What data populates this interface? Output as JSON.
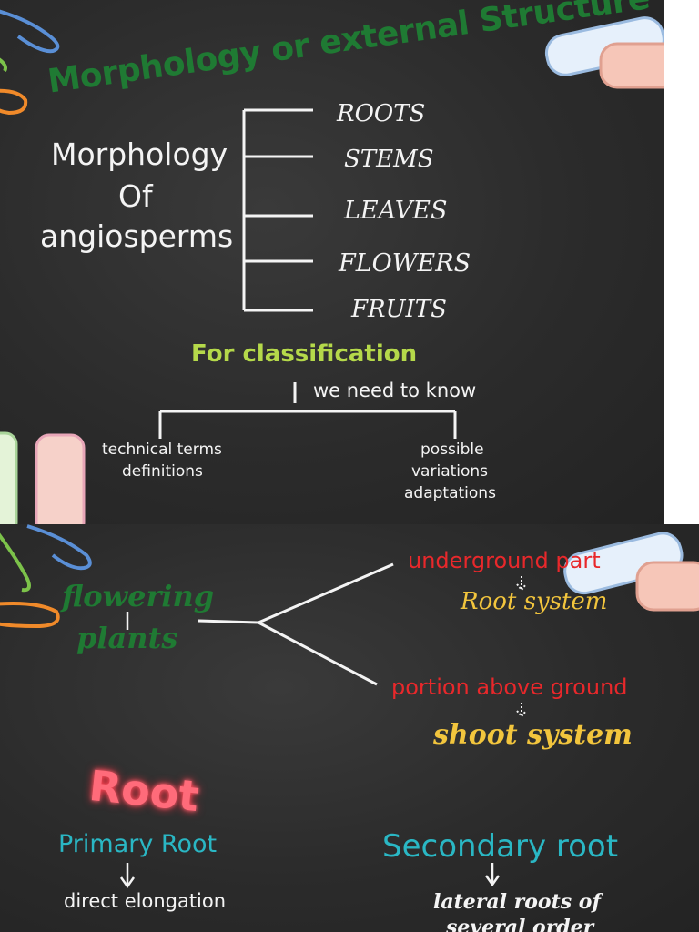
{
  "slide1": {
    "title": "Morphology or external Structure",
    "subject_lines": [
      "Morphology",
      "Of",
      "angiosperms"
    ],
    "parts": [
      "ROOTS",
      "STEMS",
      "LEAVES",
      "FLOWERS",
      "FRUITS"
    ],
    "classification_heading": "For classification",
    "need_to_know": "we need to know",
    "left_branch": [
      "technical terms",
      "definitions"
    ],
    "right_branch": [
      "possible",
      "variations",
      "adaptations"
    ]
  },
  "slide2": {
    "plants_lines": [
      "flowering",
      "plants"
    ],
    "underground": "underground part",
    "root_system": "Root system",
    "above_ground": "portion above ground",
    "shoot_system": "shoot system",
    "root_heading": "Root",
    "primary_root": "Primary Root",
    "primary_desc": "direct elongation",
    "secondary_root": "Secondary root",
    "secondary_desc": "lateral roots of",
    "secondary_desc_2": "several order"
  },
  "colors": {
    "board": "#2b2b2b",
    "chalk_white": "#f4f4f4",
    "title_green": "#1f7a33",
    "heading_yellowgreen": "#b5d94a",
    "red": "#e8282b",
    "yellow": "#f2c53d",
    "cyan": "#2ab7c4",
    "pink_glow": "#ff6b7a"
  }
}
